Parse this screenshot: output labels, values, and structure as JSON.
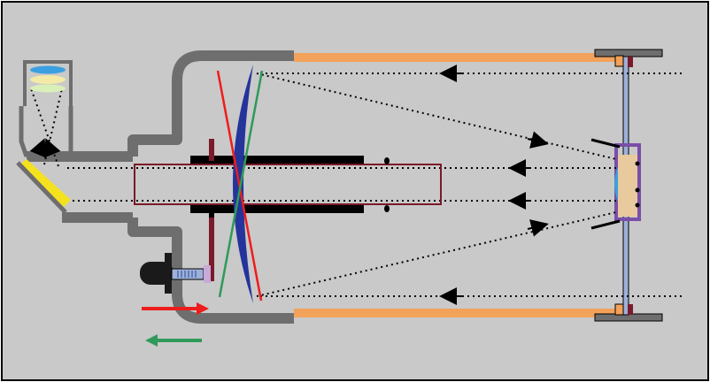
{
  "diagram": {
    "colors": {
      "background": "#c9c9c9",
      "frame": "#000000",
      "body": "#6e6e6e",
      "tube": "#f2a25a",
      "primary_mirror": "#25349a",
      "secondary_holder": "#e9c99e",
      "secondary_housing": "#7a4fa8",
      "corrector_rod": "#9fb0d8",
      "baffle": "#000000",
      "baffle_outline": "#7a1a2a",
      "focus_line_red": "#ee1c1c",
      "focus_line_green": "#2f9a5a",
      "diagonal_mirror": "#f5e21e",
      "eyepiece_lens_blue": "#3aa0e0",
      "eyepiece_lens_green": "#d8f0b8",
      "eyepiece_lens_yellow": "#f3eaa6",
      "focus_knob": "#1a1a1a",
      "focus_screw": "#4a6ab0",
      "arrow_red": "#ee1c1c",
      "arrow_green": "#2f9a5a"
    },
    "components": [
      "optical-tube",
      "primary-mirror",
      "secondary-mirror",
      "baffle-tube",
      "focus-knob",
      "star-diagonal",
      "eyepiece"
    ],
    "annotations": [
      {
        "name": "red-arrow",
        "direction": "right"
      },
      {
        "name": "green-arrow",
        "direction": "left"
      }
    ]
  }
}
